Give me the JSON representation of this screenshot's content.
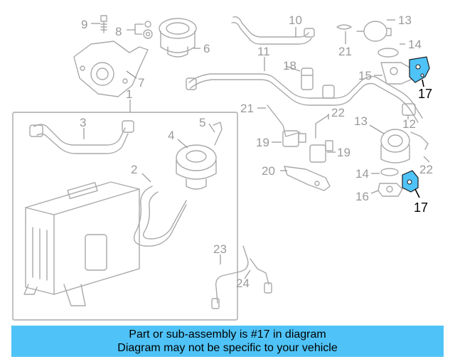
{
  "callouts": {
    "c1": "1",
    "c2": "2",
    "c3": "3",
    "c4": "4",
    "c5": "5",
    "c6": "6",
    "c7": "7",
    "c8": "8",
    "c9": "9",
    "c10": "10",
    "c11": "11",
    "c12": "12",
    "c13a": "13",
    "c13b": "13",
    "c14a": "14",
    "c14b": "14",
    "c15": "15",
    "c16": "16",
    "c17a": "17",
    "c17b": "17",
    "c18": "18",
    "c19a": "19",
    "c19b": "19",
    "c20": "20",
    "c21a": "21",
    "c21b": "21",
    "c22a": "22",
    "c22b": "22",
    "c23": "23",
    "c24": "24"
  },
  "banner": {
    "line1": "Part or sub-assembly is #17 in diagram",
    "line2": "Diagram may not be specific to your vehicle"
  },
  "colors": {
    "highlight": "#4fc3f7",
    "banner_bg": "#4fc3f7",
    "line_art": "#a9a9a9"
  }
}
